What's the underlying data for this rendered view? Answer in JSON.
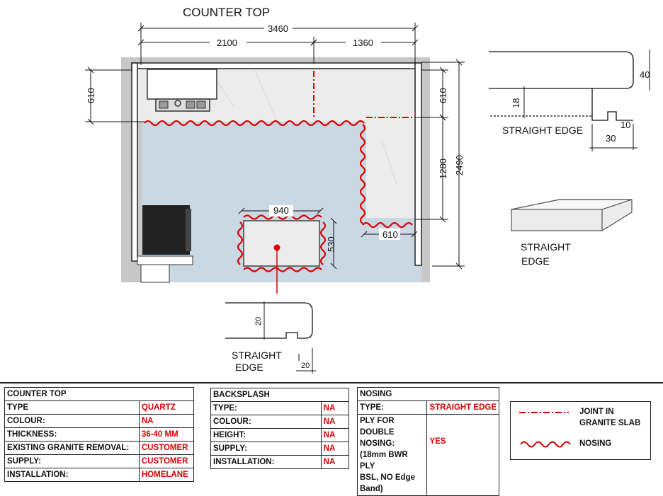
{
  "drawing": {
    "title": "COUNTER TOP",
    "dimensions": {
      "overall_width": "3460",
      "left_width": "2100",
      "right_width": "1360",
      "left_depth": "610",
      "right_depth": "610",
      "right_run": "1280",
      "overall_depth": "2490",
      "island_width": "940",
      "island_depth": "530",
      "return_width": "610"
    },
    "edge_profiles": [
      {
        "label": "STRAIGHT EDGE",
        "dims": [
          "40",
          "18",
          "10",
          "30"
        ]
      },
      {
        "label_line1": "STRAIGHT",
        "label_line2": "EDGE"
      },
      {
        "label_line1": "STRAIGHT",
        "label_line2": "EDGE",
        "dims": [
          "20",
          "20"
        ]
      }
    ],
    "colors": {
      "nosing": "#e00000",
      "floor": "#c9d8e3",
      "wall": "#c8c8c8"
    }
  },
  "tables": {
    "counter_top": {
      "header": "COUNTER TOP",
      "rows": [
        {
          "label": "TYPE",
          "value": "QUARTZ"
        },
        {
          "label": "COLOUR:",
          "value": "NA"
        },
        {
          "label": "THICKNESS:",
          "value": "36-40 MM"
        },
        {
          "label": "EXISTING GRANITE REMOVAL:",
          "value": "CUSTOMER"
        },
        {
          "label": "SUPPLY:",
          "value": "CUSTOMER"
        },
        {
          "label": "INSTALLATION:",
          "value": "HOMELANE"
        }
      ]
    },
    "backsplash": {
      "header": "BACKSPLASH",
      "rows": [
        {
          "label": "TYPE:",
          "value": "NA"
        },
        {
          "label": "COLOUR:",
          "value": "NA"
        },
        {
          "label": "HEIGHT:",
          "value": "NA"
        },
        {
          "label": "SUPPLY:",
          "value": "NA"
        },
        {
          "label": "INSTALLATION:",
          "value": "NA"
        }
      ]
    },
    "nosing": {
      "header": "NOSING",
      "type_label": "TYPE:",
      "type_value": "STRAIGHT EDGE",
      "ply_label_lines": [
        "PLY FOR DOUBLE",
        "NOSING:",
        "(18mm BWR PLY",
        "BSL, NO Edge",
        "Band)"
      ],
      "ply_value": "YES"
    }
  },
  "legend": {
    "joint_label_line1": "JOINT IN",
    "joint_label_line2": "GRANITE SLAB",
    "nosing_label": "NOSING"
  }
}
